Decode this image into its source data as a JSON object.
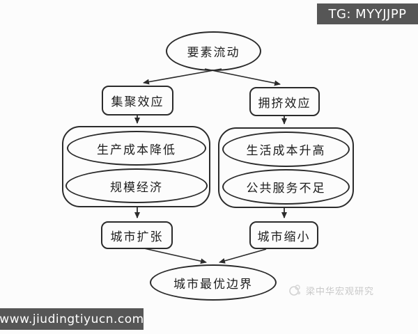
{
  "badges": {
    "telegram": "TG: MYYJJPP",
    "website": "www.jiudingtiyucn.com"
  },
  "diagram": {
    "root": {
      "label": "要素流动"
    },
    "left": {
      "effect": "集聚效应",
      "factors": [
        "生产成本降低",
        "规模经济"
      ],
      "outcome": "城市扩张"
    },
    "right": {
      "effect": "拥挤效应",
      "factors": [
        "生活成本升高",
        "公共服务不足"
      ],
      "outcome": "城市缩小"
    },
    "result": {
      "label": "城市最优边界"
    }
  },
  "watermark": {
    "text": "梁中华宏观研究",
    "icon": "paw-logo"
  },
  "colors": {
    "background": "#fcfcfc",
    "stroke": "#2b2b2b",
    "badge_bg": "#565656",
    "badge_text": "#ffffff",
    "watermark_text": "#c9c9c9"
  }
}
